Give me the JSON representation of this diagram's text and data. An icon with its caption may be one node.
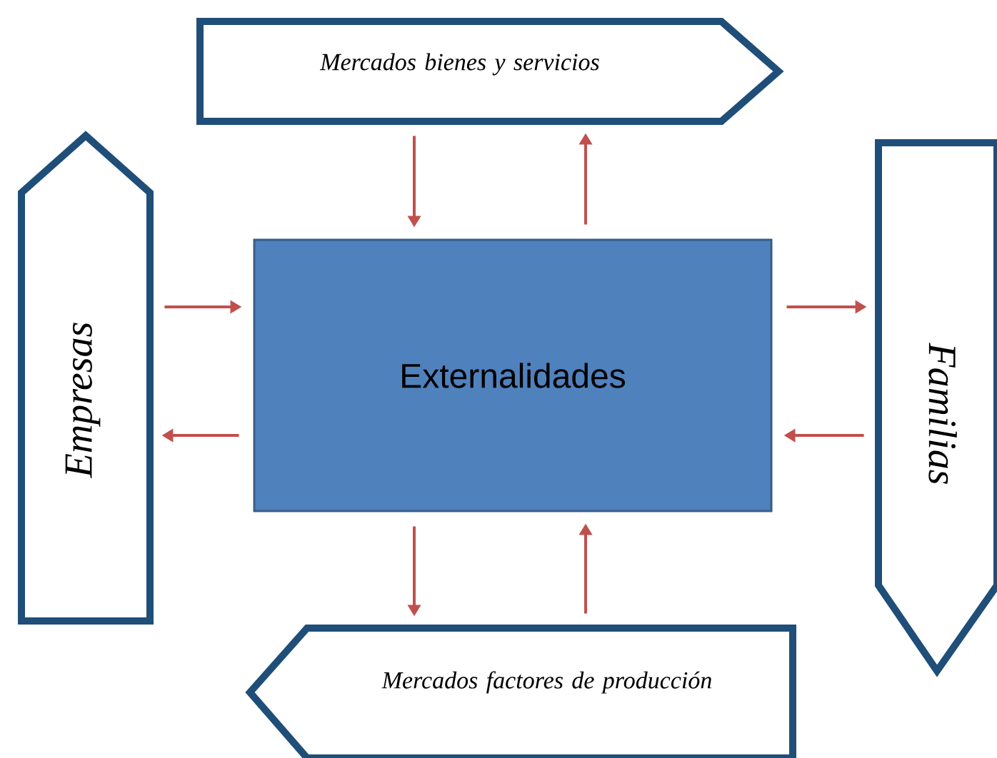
{
  "diagram": {
    "nodes": [
      {
        "text": [
          "Mercados bienes y servicios"
        ]
      },
      {
        "text": [
          "Empresas"
        ]
      },
      {
        "text": [
          "Externalidades"
        ]
      },
      {
        "text": [
          "Familias"
        ]
      },
      {
        "text": [
          "Mercados factores de producción"
        ]
      }
    ],
    "edges": [
      {
        "from": 0,
        "to": 2,
        "arrow": "to"
      },
      {
        "from": 2,
        "to": 0,
        "arrow": "to"
      },
      {
        "from": 1,
        "to": 2,
        "arrow": "to"
      },
      {
        "from": 2,
        "to": 1,
        "arrow": "to"
      },
      {
        "from": 2,
        "to": 3,
        "arrow": "to"
      },
      {
        "from": 3,
        "to": 2,
        "arrow": "to"
      },
      {
        "from": 2,
        "to": 4,
        "arrow": "to"
      },
      {
        "from": 4,
        "to": 2,
        "arrow": "to"
      }
    ]
  }
}
